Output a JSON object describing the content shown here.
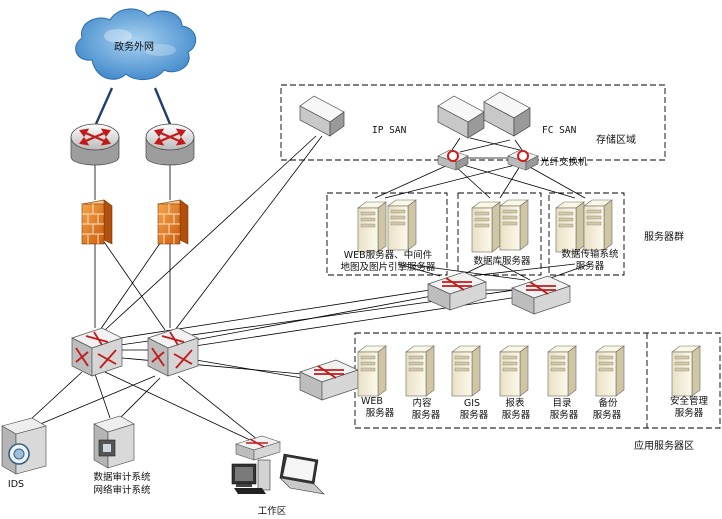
{
  "labels": {
    "internet": "政务外网",
    "ip_san": "IP SAN",
    "fc_san": "FC SAN",
    "storage_zone": "存储区域",
    "fiber_switch": "光纤交换机",
    "server_group": "服务器群",
    "web_mw_line1": "WEB服务器、中间件",
    "web_mw_line2": "地图及图片引擎服务器",
    "db_server": "数据库服务器",
    "transfer_line1": "数据传输系统",
    "transfer_line2": "服务器",
    "web_line1": "WEB",
    "web_line2": "服务器",
    "content_line1": "内容",
    "content_line2": "服务器",
    "gis_line1": "GIS",
    "gis_line2": "服务器",
    "report_line1": "报表",
    "report_line2": "服务器",
    "directory_line1": "目录",
    "directory_line2": "服务器",
    "backup_line1": "备份",
    "backup_line2": "服务器",
    "security_line1": "安全管理",
    "security_line2": "服务器",
    "app_zone": "应用服务器区",
    "ids": "IDS",
    "audit_line1": "数据审计系统",
    "audit_line2": "网络审计系统",
    "workstation": "工作区"
  }
}
